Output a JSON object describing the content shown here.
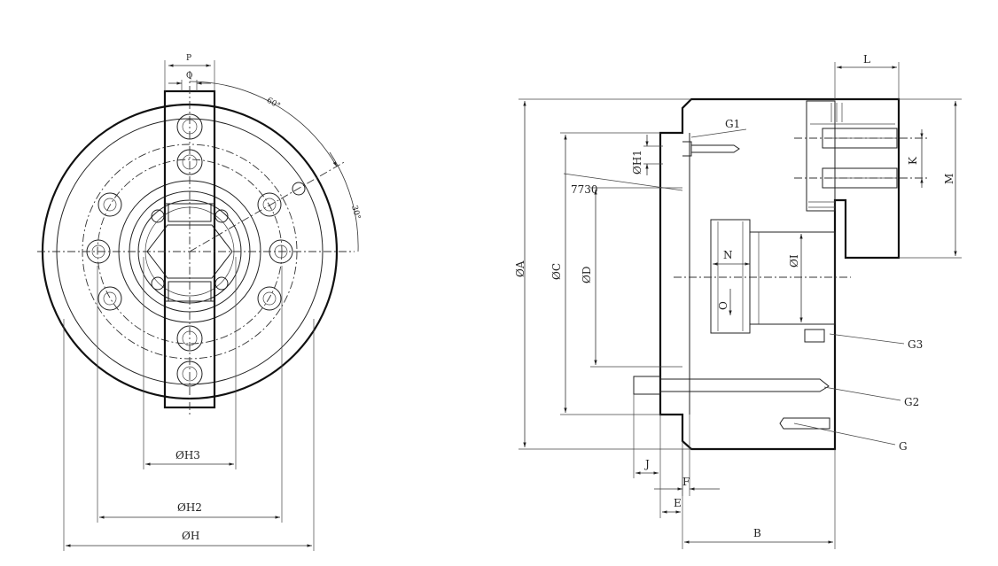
{
  "front_view": {
    "labels": {
      "P": "P",
      "Q": "Q",
      "angle": "60°",
      "angle_small": "30°",
      "dia_H3": "ØH3",
      "dia_H2": "ØH2",
      "dia_H": "ØH"
    }
  },
  "side_view": {
    "labels": {
      "L": "L",
      "G1": "G1",
      "dia_H1": "ØH1",
      "K": "K",
      "M": "M",
      "taper": "7730",
      "dia_A": "ØA",
      "dia_C": "ØC",
      "dia_D": "ØD",
      "N": "N",
      "dia_I": "ØI",
      "O": "O",
      "G3": "G3",
      "G2": "G2",
      "G": "G",
      "J": "J",
      "F": "F",
      "E": "E",
      "B": "B"
    }
  },
  "colors": {
    "line": "#111111",
    "background": "#ffffff"
  }
}
